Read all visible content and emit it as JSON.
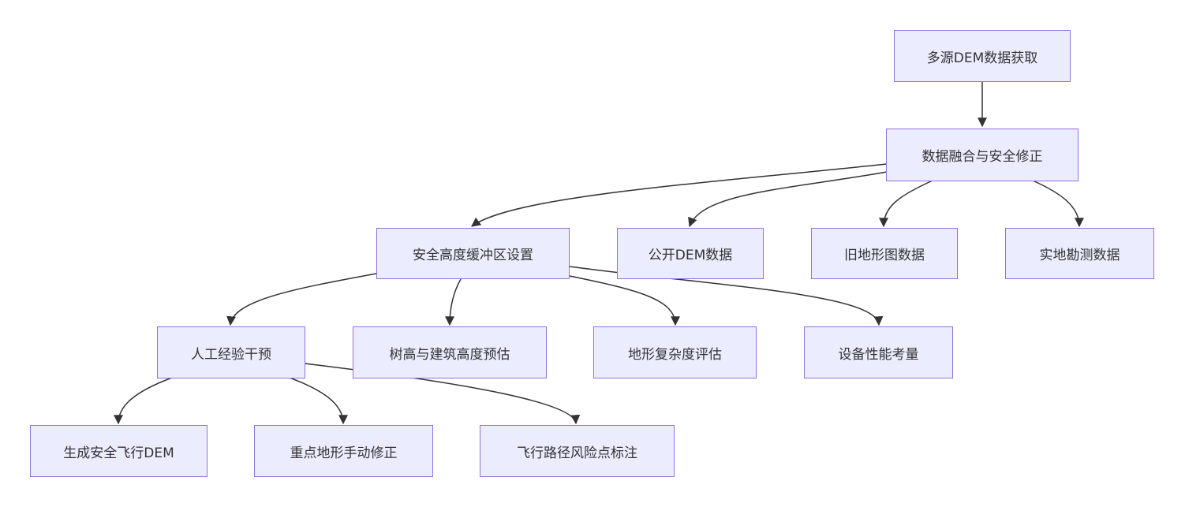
{
  "nodes": {
    "dem_acquire": "多源DEM数据获取",
    "fusion": "数据融合与安全修正",
    "buffer": "安全高度缓冲区设置",
    "public_dem": "公开DEM数据",
    "old_map": "旧地形图数据",
    "survey": "实地勘测数据",
    "manual": "人工经验干预",
    "tree_building": "树高与建筑高度预估",
    "complexity": "地形复杂度评估",
    "equipment": "设备性能考量",
    "safe_dem": "生成安全飞行DEM",
    "key_terrain": "重点地形手动修正",
    "risk_mark": "飞行路径风险点标注"
  },
  "edges": [
    [
      "dem_acquire",
      "fusion"
    ],
    [
      "fusion",
      "buffer"
    ],
    [
      "fusion",
      "public_dem"
    ],
    [
      "fusion",
      "old_map"
    ],
    [
      "fusion",
      "survey"
    ],
    [
      "buffer",
      "manual"
    ],
    [
      "buffer",
      "tree_building"
    ],
    [
      "buffer",
      "complexity"
    ],
    [
      "buffer",
      "equipment"
    ],
    [
      "manual",
      "safe_dem"
    ],
    [
      "manual",
      "key_terrain"
    ],
    [
      "manual",
      "risk_mark"
    ]
  ],
  "colors": {
    "node_fill": "#ececff",
    "node_border": "#9370db",
    "edge": "#333333",
    "text": "#333333"
  }
}
